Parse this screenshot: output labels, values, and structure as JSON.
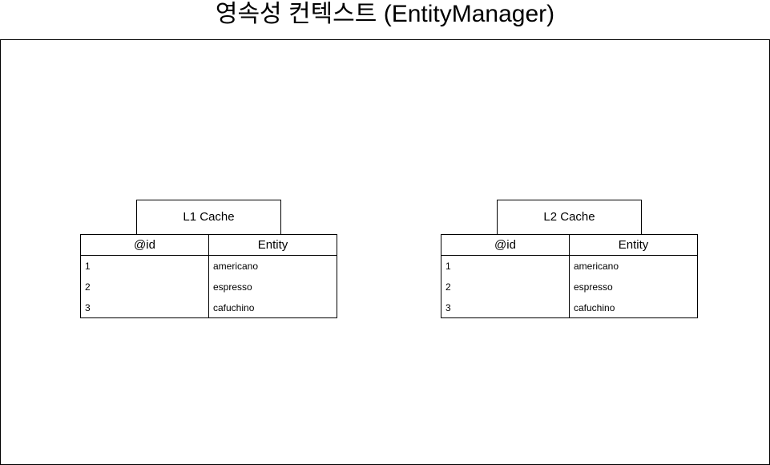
{
  "title": "영속성 컨텍스트 (EntityManager)",
  "caches": [
    {
      "label": "L1 Cache",
      "columns": [
        "@id",
        "Entity"
      ],
      "rows": [
        {
          "id": "1",
          "entity": "americano"
        },
        {
          "id": "2",
          "entity": "espresso"
        },
        {
          "id": "3",
          "entity": "cafuchino"
        }
      ]
    },
    {
      "label": "L2 Cache",
      "columns": [
        "@id",
        "Entity"
      ],
      "rows": [
        {
          "id": "1",
          "entity": "americano"
        },
        {
          "id": "2",
          "entity": "espresso"
        },
        {
          "id": "3",
          "entity": "cafuchino"
        }
      ]
    }
  ]
}
